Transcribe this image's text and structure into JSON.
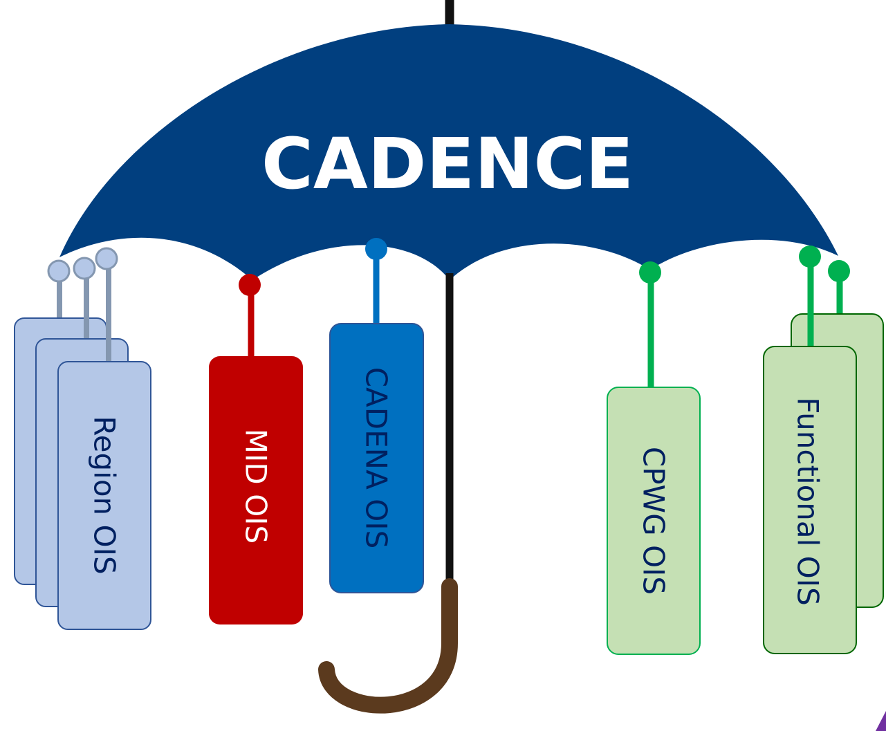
{
  "title": "CADENCE",
  "tags": {
    "region": "Region OIS",
    "mid": "MID OIS",
    "cadena": "CADENA OIS",
    "cpwg": "CPWG OIS",
    "functional": "Functional OIS"
  },
  "colors": {
    "canopy": "#013f7f",
    "shaft": "#111111",
    "handle": "#5b3a1e",
    "region_fill": "#b4c7e7",
    "region_border": "#2f5597",
    "region_pin": "#8497b0",
    "mid_fill": "#c00000",
    "cadena_fill": "#0070c0",
    "green_fill": "#c5e0b4",
    "green_pin": "#00b050",
    "green_border_dark": "#006600",
    "label_navy": "#002060",
    "white": "#ffffff"
  }
}
